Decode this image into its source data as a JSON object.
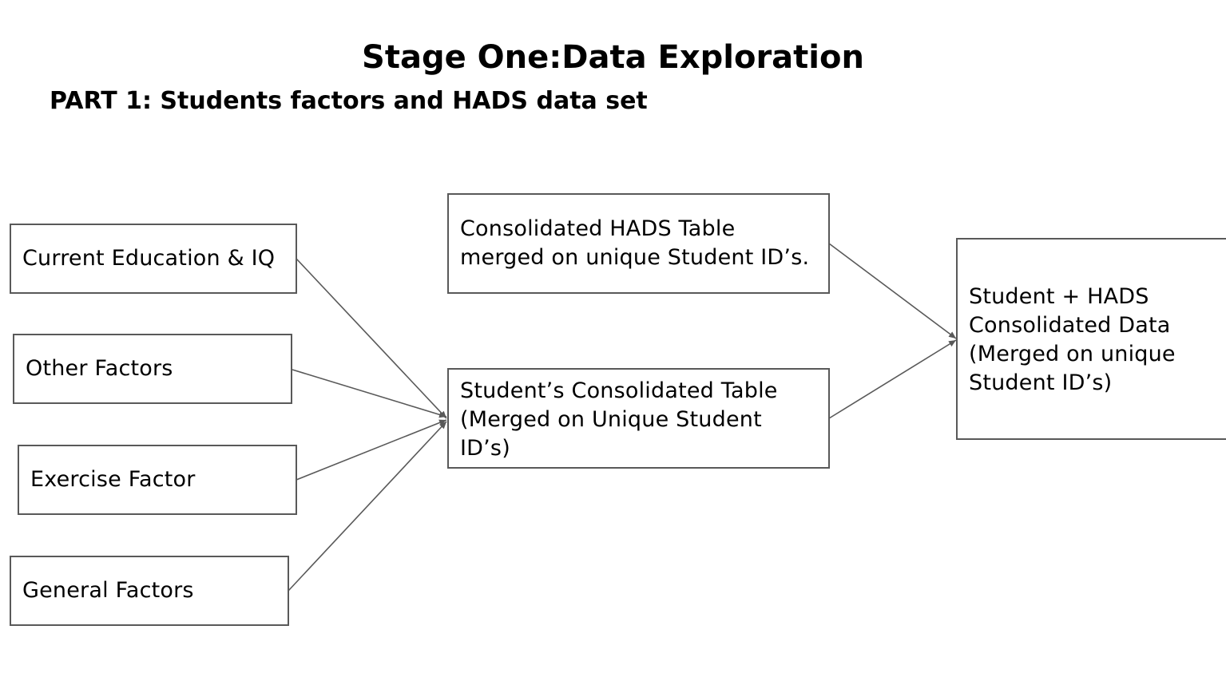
{
  "title": "Stage One:Data Exploration",
  "subtitle": "PART 1: Students factors and HADS data set",
  "boxes": {
    "current_education": "Current Education & IQ",
    "other_factors": "Other Factors",
    "exercise_factor": "Exercise Factor",
    "general_factors": "General Factors",
    "hads_table": "Consolidated HADS Table merged on unique Student ID’s.",
    "student_table": "Student’s Consolidated Table (Merged on Unique Student ID’s)",
    "combined": "Student + HADS Consolidated Data (Merged on unique Student ID’s)"
  },
  "colors": {
    "box_border": "#595959",
    "arrow": "#595959"
  }
}
